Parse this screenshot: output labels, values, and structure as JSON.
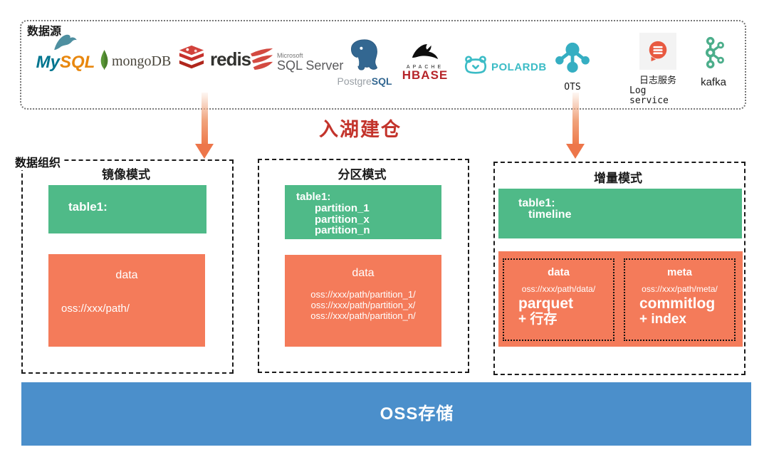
{
  "colors": {
    "green_box": "#4fba88",
    "orange_box": "#f47b5a",
    "storage_blue": "#4b8fcb",
    "heading_red": "#c3342c",
    "arrow_orange": "#ee7b4c"
  },
  "datasources": {
    "label": "数据源",
    "mysql": {
      "part1": "My",
      "part2": "SQL"
    },
    "mongodb": {
      "label": "mongoDB"
    },
    "redis": {
      "label": "redis"
    },
    "sqlserver": {
      "brand": "Microsoft",
      "label": "SQL Server"
    },
    "postgresql": {
      "part1": "Postgre",
      "part2": "SQL"
    },
    "hbase": {
      "apache": "APACHE",
      "label": "HBASE"
    },
    "polardb": {
      "label": "POLARDB"
    },
    "ots": {
      "label": "OTS"
    },
    "logservice": {
      "label_cn": "日志服务",
      "label_en": "Log service"
    },
    "kafka": {
      "label": "kafka"
    }
  },
  "ingest": {
    "title": "入湖建仓"
  },
  "organization": {
    "label": "数据组织",
    "mirror": {
      "title": "镜像模式",
      "table_label": "table1:",
      "data_label": "data",
      "path": "oss://xxx/path/"
    },
    "partition": {
      "title": "分区模式",
      "table_label": "table1:",
      "partitions": [
        "partition_1",
        "partition_x",
        "partition_n"
      ],
      "data_label": "data",
      "paths": [
        "oss://xxx/path/partition_1/",
        "oss://xxx/path/partition_x/",
        "oss://xxx/path/partition_n/"
      ]
    },
    "incremental": {
      "title": "增量模式",
      "table_label": "table1:",
      "timeline_label": "timeline",
      "data_box": {
        "title": "data",
        "path": "oss://xxx/path/data/",
        "line1": "parquet",
        "line2": "+ 行存"
      },
      "meta_box": {
        "title": "meta",
        "path": "oss://xxx/path/meta/",
        "line1": "commitlog",
        "line2": "+ index"
      }
    }
  },
  "storage": {
    "label": "OSS存储"
  }
}
